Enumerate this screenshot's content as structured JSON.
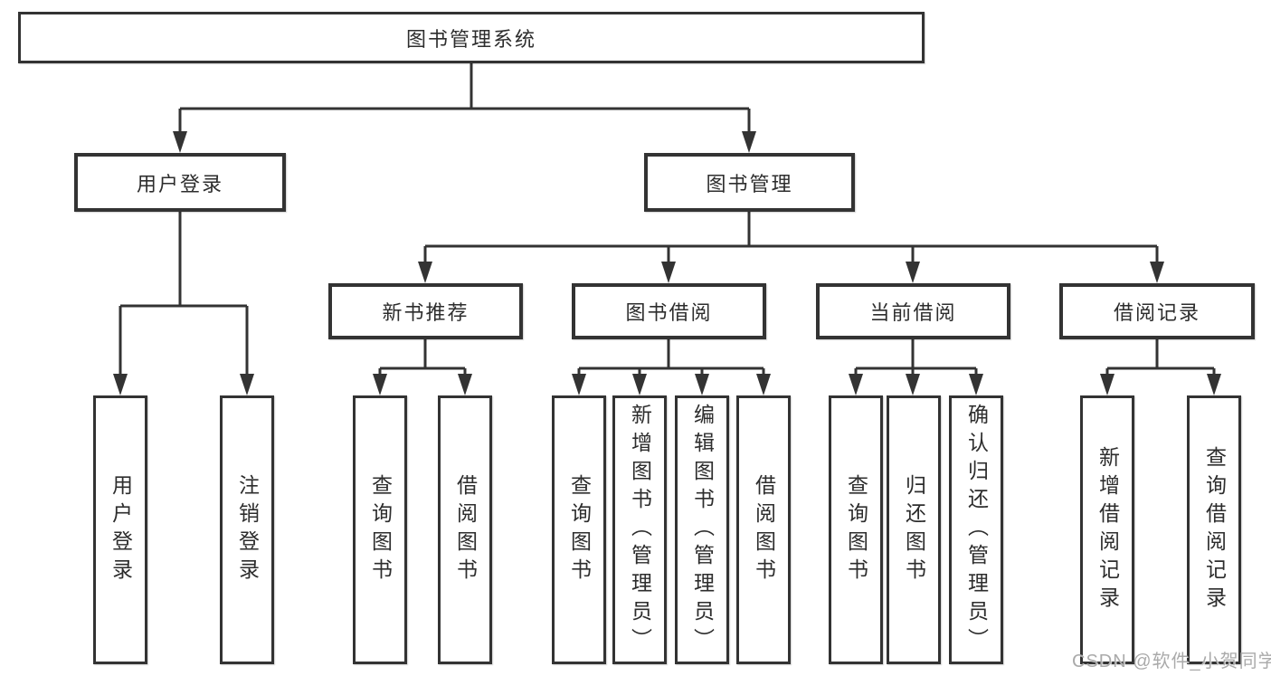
{
  "colors": {
    "line": "#333333",
    "text": "#2d2d2d",
    "background": "#ffffff",
    "watermark": "#aaaaaa"
  },
  "watermark": {
    "text": "CSDN @软件_小贺同学"
  },
  "tree": {
    "root": "图书管理系统",
    "branches": [
      {
        "label": "用户登录",
        "children": [
          "用户登录",
          "注销登录"
        ]
      },
      {
        "label": "图书管理",
        "groups": [
          {
            "label": "新书推荐",
            "children": [
              "查询图书",
              "借阅图书"
            ]
          },
          {
            "label": "图书借阅",
            "children": [
              "查询图书",
              "新增图书（管理员）",
              "编辑图书（管理员）",
              "借阅图书"
            ]
          },
          {
            "label": "当前借阅",
            "children": [
              "查询图书",
              "归还图书",
              "确认归还（管理员）"
            ]
          },
          {
            "label": "借阅记录",
            "children": [
              "新增借阅记录",
              "查询借阅记录"
            ]
          }
        ]
      }
    ]
  }
}
